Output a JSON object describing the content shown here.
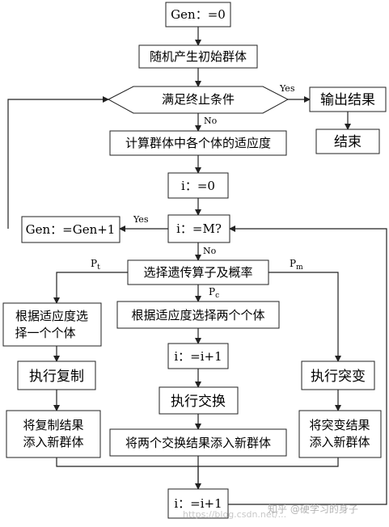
{
  "nodes": {
    "gen_init": "Gen：=0",
    "random_init": "随机产生初始群体",
    "termination": "满足终止条件",
    "output": "输出结果",
    "end": "结束",
    "fitness": "计算群体中各个体的适应度",
    "i_init": "i：=0",
    "i_check": "i：=M?",
    "gen_inc": "Gen：=Gen+1",
    "select_op": "选择遗传算子及概率",
    "select_one_1": "根据适应度选",
    "select_one_2": "择一个个体",
    "select_two": "根据适应度选择两个个体",
    "i_inc_mid": "i：=i+1",
    "copy": "执行复制",
    "crossover": "执行交换",
    "mutate": "执行突变",
    "add_copy_1": "将复制结果",
    "add_copy_2": "添入新群体",
    "add_cross": "将两个交换结果添入新群体",
    "add_mut_1": "将突变结果",
    "add_mut_2": "添入新群体",
    "i_inc_bottom": "i：=i+1"
  },
  "edge_labels": {
    "yes_output": "Yes",
    "no_fitness": "No",
    "yes_gen": "Yes",
    "no_select": "No"
  },
  "probabilities": {
    "pt_base": "P",
    "pt_sub": "t",
    "pc_base": "P",
    "pc_sub": "c",
    "pm_base": "P",
    "pm_sub": "m"
  },
  "watermark": {
    "url": "https://blog.csdn.net/...",
    "brand": "知乎 @硬学习的身子"
  },
  "colors": {
    "line": "#222222",
    "box_fill": "#ffffff",
    "text": "#000000"
  }
}
